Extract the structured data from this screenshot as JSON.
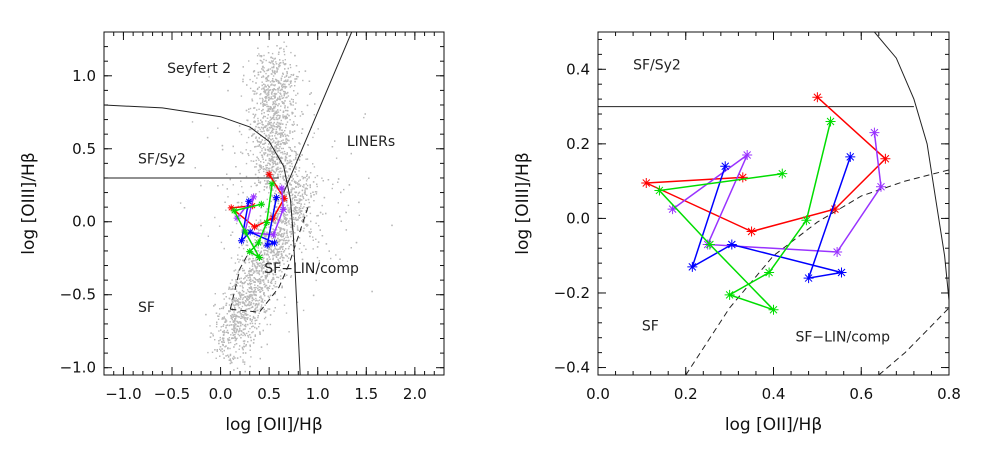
{
  "chart_data": [
    {
      "type": "scatter",
      "xlabel": "log [OII]/Hβ",
      "ylabel": "log [OIII]/Hβ",
      "xlim": [
        -1.2,
        2.3
      ],
      "ylim": [
        -1.05,
        1.3
      ],
      "xticks": [
        -1.0,
        -0.5,
        0.0,
        0.5,
        1.0,
        1.5,
        2.0
      ],
      "xtick_labels": [
        "−1.0",
        "−0.5",
        "0.0",
        "0.5",
        "1.0",
        "1.5",
        "2.0"
      ],
      "yticks": [
        -1.0,
        -0.5,
        0.0,
        0.5,
        1.0
      ],
      "ytick_labels": [
        "−1.0",
        "−0.5",
        "0.0",
        "0.5",
        "1.0"
      ],
      "annotations": [
        {
          "text": "Seyfert 2",
          "x": -0.55,
          "y": 1.02
        },
        {
          "text": "SF/Sy2",
          "x": -0.85,
          "y": 0.4
        },
        {
          "text": "LINERs",
          "x": 1.3,
          "y": 0.52
        },
        {
          "text": "SF−LIN/comp",
          "x": 0.45,
          "y": -0.35
        },
        {
          "text": "SF",
          "x": -0.85,
          "y": -0.62
        }
      ],
      "boundaries": {
        "sy2_curve": [
          [
            -1.2,
            0.8
          ],
          [
            -0.6,
            0.78
          ],
          [
            0.0,
            0.72
          ],
          [
            0.3,
            0.65
          ],
          [
            0.5,
            0.55
          ],
          [
            0.65,
            0.38
          ],
          [
            0.72,
            0.15
          ],
          [
            0.75,
            -0.1
          ],
          [
            0.78,
            -0.5
          ],
          [
            0.82,
            -1.05
          ]
        ],
        "horizontal": [
          [
            -1.2,
            0.3
          ],
          [
            0.6,
            0.3
          ]
        ],
        "liner_line": [
          [
            0.65,
            0.2
          ],
          [
            1.35,
            1.3
          ]
        ],
        "comp_curve": [
          [
            0.1,
            -0.6
          ],
          [
            0.4,
            -0.62
          ],
          [
            0.6,
            -0.45
          ],
          [
            0.7,
            -0.3
          ],
          [
            0.8,
            -0.1
          ],
          [
            0.9,
            0.1
          ]
        ],
        "comp_left": [
          [
            0.1,
            -0.6
          ],
          [
            0.2,
            -0.32
          ],
          [
            0.3,
            -0.2
          ]
        ]
      },
      "cloud_note": "grey background galaxy population"
    },
    {
      "type": "line",
      "xlabel": "log [OII]/Hβ",
      "ylabel": "log [OIII]/Hβ",
      "xlim": [
        0.0,
        0.8
      ],
      "ylim": [
        -0.42,
        0.5
      ],
      "xticks": [
        0.0,
        0.2,
        0.4,
        0.6,
        0.8
      ],
      "xtick_labels": [
        "0.0",
        "0.2",
        "0.4",
        "0.6",
        "0.8"
      ],
      "yticks": [
        -0.4,
        -0.2,
        0.0,
        0.2,
        0.4
      ],
      "ytick_labels": [
        "−0.4",
        "−0.2",
        "0.0",
        "0.2",
        "0.4"
      ],
      "annotations": [
        {
          "text": "SF/Sy2",
          "x": 0.08,
          "y": 0.4
        },
        {
          "text": "SF",
          "x": 0.1,
          "y": -0.3
        },
        {
          "text": "SF−LIN/comp",
          "x": 0.45,
          "y": -0.33
        }
      ],
      "boundaries": {
        "horizontal": [
          [
            0.0,
            0.3
          ],
          [
            0.72,
            0.3
          ]
        ],
        "sy2_curve": [
          [
            0.63,
            0.5
          ],
          [
            0.68,
            0.43
          ],
          [
            0.72,
            0.32
          ],
          [
            0.75,
            0.2
          ],
          [
            0.77,
            0.05
          ],
          [
            0.79,
            -0.1
          ],
          [
            0.8,
            -0.22
          ]
        ],
        "comp_curve": [
          [
            0.2,
            -0.42
          ],
          [
            0.3,
            -0.24
          ],
          [
            0.4,
            -0.1
          ],
          [
            0.5,
            -0.01
          ],
          [
            0.6,
            0.06
          ],
          [
            0.7,
            0.1
          ],
          [
            0.8,
            0.13
          ]
        ],
        "comp_curve2": [
          [
            0.64,
            -0.42
          ],
          [
            0.7,
            -0.36
          ],
          [
            0.75,
            -0.3
          ],
          [
            0.8,
            -0.24
          ]
        ]
      },
      "series": [
        {
          "color": "#ff0000",
          "points": [
            [
              0.5,
              0.325
            ],
            [
              0.655,
              0.16
            ],
            [
              0.54,
              0.025
            ],
            [
              0.35,
              -0.035
            ],
            [
              0.11,
              0.095
            ],
            [
              0.33,
              0.11
            ]
          ]
        },
        {
          "color": "#9933ff",
          "points": [
            [
              0.63,
              0.23
            ],
            [
              0.645,
              0.085
            ],
            [
              0.545,
              -0.09
            ],
            [
              0.25,
              -0.07
            ],
            [
              0.34,
              0.17
            ],
            [
              0.17,
              0.025
            ]
          ]
        },
        {
          "color": "#0000ff",
          "points": [
            [
              0.575,
              0.165
            ],
            [
              0.48,
              -0.16
            ],
            [
              0.555,
              -0.145
            ],
            [
              0.305,
              -0.07
            ],
            [
              0.215,
              -0.13
            ],
            [
              0.29,
              0.14
            ]
          ]
        },
        {
          "color": "#00dd00",
          "points": [
            [
              0.53,
              0.26
            ],
            [
              0.475,
              -0.005
            ],
            [
              0.39,
              -0.145
            ],
            [
              0.3,
              -0.205
            ],
            [
              0.4,
              -0.245
            ],
            [
              0.255,
              -0.07
            ],
            [
              0.14,
              0.075
            ],
            [
              0.42,
              0.12
            ]
          ]
        }
      ]
    }
  ]
}
